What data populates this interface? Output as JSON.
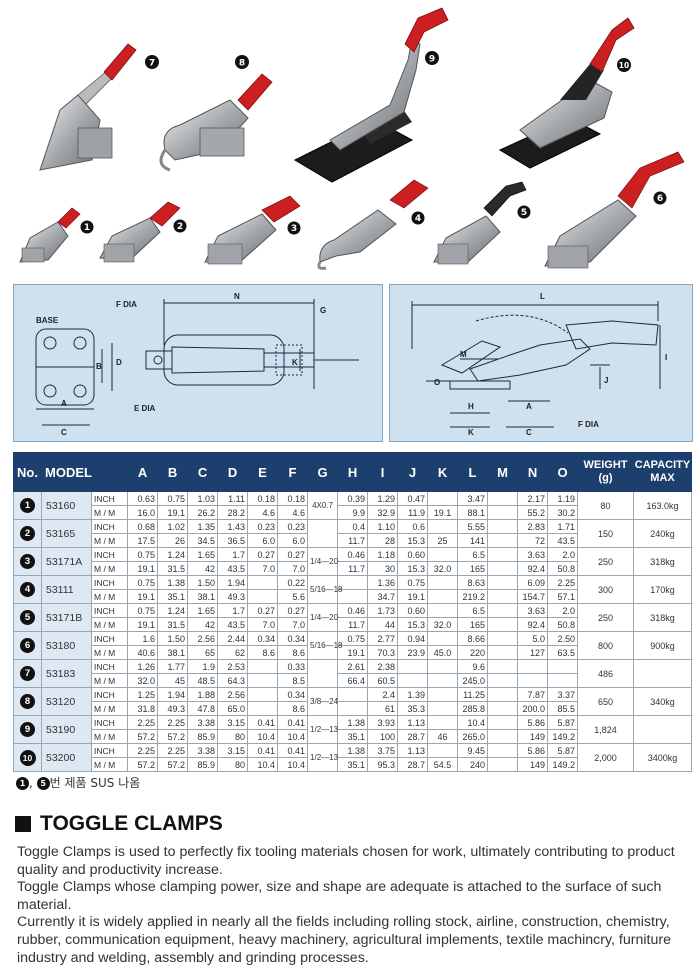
{
  "photo_callouts": [
    "7",
    "8",
    "9",
    "10",
    "1",
    "2",
    "3",
    "4",
    "5",
    "6"
  ],
  "diagram_left": {
    "labels": {
      "base": "BASE",
      "f_dia": "F DIA",
      "n": "N",
      "g": "G",
      "b": "B",
      "d": "D",
      "k": "K",
      "e_dia": "E\nDIA",
      "a": "A",
      "c": "C"
    }
  },
  "diagram_right": {
    "labels": {
      "l": "L",
      "m": "M",
      "i": "I",
      "o": "O",
      "j": "J",
      "h": "H",
      "a": "A",
      "k": "K",
      "c": "C",
      "f_dia": "F DIA"
    }
  },
  "table": {
    "headers": {
      "no": "No.",
      "model": "MODEL",
      "cols": [
        "A",
        "B",
        "C",
        "D",
        "E",
        "F",
        "G",
        "H",
        "I",
        "J",
        "K",
        "L",
        "M",
        "N",
        "O"
      ],
      "weight": "WEIGHT\n(g)",
      "capacity": "CAPACITY\nMAX"
    },
    "rows": [
      {
        "no": "1",
        "model": "53160",
        "g": "4X0.7",
        "weight": "80",
        "capacity": "163.0kg",
        "inch": [
          "0.63",
          "0.75",
          "1.03",
          "1.11",
          "0.18",
          "0.18",
          "",
          "0.39",
          "1.29",
          "0.47",
          "",
          "3.47",
          "",
          "2.17",
          "1.19"
        ],
        "mm": [
          "16.0",
          "19.1",
          "26.2",
          "28.2",
          "4.6",
          "4.6",
          "",
          "9.9",
          "32.9",
          "11.9",
          "19.1",
          "88.1",
          "",
          "55.2",
          "30.2"
        ]
      },
      {
        "no": "2",
        "model": "53165",
        "g": "",
        "weight": "150",
        "capacity": "240kg",
        "inch": [
          "0.68",
          "1.02",
          "1.35",
          "1.43",
          "0.23",
          "0.23",
          "",
          "0.4",
          "1.10",
          "0.6",
          "",
          "5.55",
          "",
          "2.83",
          "1.71"
        ],
        "mm": [
          "17.5",
          "26",
          "34.5",
          "36.5",
          "6.0",
          "6.0",
          "",
          "11.7",
          "28",
          "15.3",
          "25",
          "141",
          "",
          "72",
          "43.5"
        ]
      },
      {
        "no": "3",
        "model": "53171A",
        "g": "1/4—20",
        "weight": "250",
        "capacity": "318kg",
        "inch": [
          "0.75",
          "1.24",
          "1.65",
          "1.7",
          "0.27",
          "0.27",
          "",
          "0.46",
          "1.18",
          "0.60",
          "",
          "6.5",
          "",
          "3.63",
          "2.0"
        ],
        "mm": [
          "19.1",
          "31.5",
          "42",
          "43.5",
          "7.0",
          "7.0",
          "",
          "11.7",
          "30",
          "15.3",
          "32.0",
          "165",
          "",
          "92.4",
          "50.8"
        ]
      },
      {
        "no": "4",
        "model": "53111",
        "g": "5/16—18",
        "weight": "300",
        "capacity": "170kg",
        "inch": [
          "0.75",
          "1.38",
          "1.50",
          "1.94",
          "",
          "0.22",
          "",
          "",
          "1.36",
          "0.75",
          "",
          "8.63",
          "",
          "6.09",
          "2.25"
        ],
        "mm": [
          "19.1",
          "35.1",
          "38.1",
          "49.3",
          "",
          "5.6",
          "",
          "",
          "34.7",
          "19.1",
          "",
          "219.2",
          "",
          "154.7",
          "57.1"
        ]
      },
      {
        "no": "5",
        "model": "53171B",
        "g": "1/4—20",
        "weight": "250",
        "capacity": "318kg",
        "inch": [
          "0.75",
          "1.24",
          "1.65",
          "1.7",
          "0.27",
          "0.27",
          "",
          "0.46",
          "1.73",
          "0.60",
          "",
          "6.5",
          "",
          "3.63",
          "2.0"
        ],
        "mm": [
          "19.1",
          "31.5",
          "42",
          "43.5",
          "7.0",
          "7.0",
          "",
          "11.7",
          "44",
          "15.3",
          "32.0",
          "165",
          "",
          "92.4",
          "50.8"
        ]
      },
      {
        "no": "6",
        "model": "53180",
        "g": "5/16—18",
        "weight": "800",
        "capacity": "900kg",
        "inch": [
          "1.6",
          "1.50",
          "2.56",
          "2.44",
          "0.34",
          "0.34",
          "",
          "0.75",
          "2.77",
          "0.94",
          "",
          "8.66",
          "",
          "5.0",
          "2.50"
        ],
        "mm": [
          "40.6",
          "38.1",
          "65",
          "62",
          "8.6",
          "8.6",
          "",
          "19.1",
          "70.3",
          "23.9",
          "45.0",
          "220",
          "",
          "127",
          "63.5"
        ]
      },
      {
        "no": "7",
        "model": "53183",
        "g": "",
        "weight": "486",
        "capacity": "",
        "inch": [
          "1.26",
          "1.77",
          "1.9",
          "2.53",
          "",
          "0.33",
          "",
          "2.61",
          "2.38",
          "",
          "",
          "9.6",
          "",
          "",
          ""
        ],
        "mm": [
          "32.0",
          "45",
          "48.5",
          "64.3",
          "",
          "8.5",
          "",
          "66.4",
          "60.5",
          "",
          "",
          "245.0",
          "",
          "",
          ""
        ]
      },
      {
        "no": "8",
        "model": "53120",
        "g": "3/8—24",
        "weight": "650",
        "capacity": "340kg",
        "inch": [
          "1.25",
          "1.94",
          "1.88",
          "2.56",
          "",
          "0.34",
          "",
          "",
          "2.4",
          "1.39",
          "",
          "11.25",
          "",
          "7.87",
          "3.37"
        ],
        "mm": [
          "31.8",
          "49.3",
          "47.8",
          "65.0",
          "",
          "8.6",
          "",
          "",
          "61",
          "35.3",
          "",
          "285.8",
          "",
          "200.0",
          "85.5"
        ]
      },
      {
        "no": "9",
        "model": "53190",
        "g": "1/2—13",
        "weight": "1,824",
        "capacity": "",
        "inch": [
          "2.25",
          "2.25",
          "3.38",
          "3.15",
          "0.41",
          "0.41",
          "",
          "1.38",
          "3.93",
          "1.13",
          "",
          "10.4",
          "",
          "5.86",
          "5.87"
        ],
        "mm": [
          "57.2",
          "57.2",
          "85.9",
          "80",
          "10.4",
          "10.4",
          "",
          "35.1",
          "100",
          "28.7",
          "46",
          "265.0",
          "",
          "149",
          "149.2"
        ]
      },
      {
        "no": "10",
        "model": "53200",
        "g": "1/2—13",
        "weight": "2,000",
        "capacity": "3400kg",
        "inch": [
          "2.25",
          "2.25",
          "3.38",
          "3.15",
          "0.41",
          "0.41",
          "",
          "1.38",
          "3.75",
          "1.13",
          "",
          "9.45",
          "",
          "5.86",
          "5.87"
        ],
        "mm": [
          "57.2",
          "57.2",
          "85.9",
          "80",
          "10.4",
          "10.4",
          "",
          "35.1",
          "95.3",
          "28.7",
          "54.5",
          "240",
          "",
          "149",
          "149.2"
        ]
      }
    ],
    "unit_inch": "INCH",
    "unit_mm": "M / M"
  },
  "footnote": {
    "circle1": "1",
    "circle2": "5",
    "text": "번 제품 SUS 나옴",
    "sep": ","
  },
  "section_title": "TOGGLE CLAMPS",
  "paragraphs": [
    "Toggle Clamps is used to perfectly fix tooling materials chosen for work, ultimately contributing to product quality and productivity increase.",
    "Toggle Clamps whose clamping power, size and shape are adequate is attached to the surface of such material.",
    "Currently it is widely applied in nearly all the fields including rolling stock, airline, construction, chemistry, rubber, communication equipment, heavy machinery, agricultural implements, textile machincry, furniture industry and welding, assembly and grinding processes."
  ]
}
